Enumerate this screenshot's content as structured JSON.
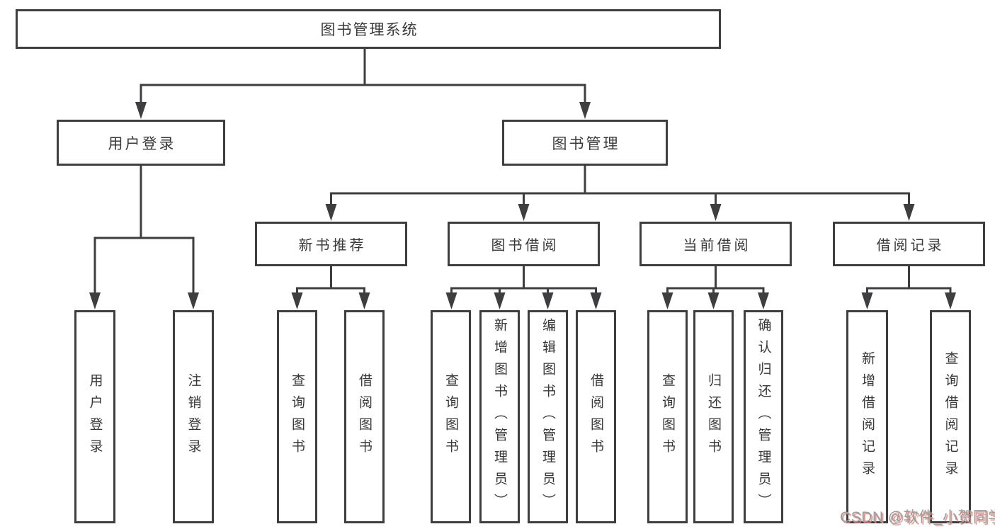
{
  "root": {
    "label": "图书管理系统"
  },
  "level2": [
    {
      "label": "用户登录"
    },
    {
      "label": "图书管理"
    }
  ],
  "level3": [
    {
      "label": "新书推荐"
    },
    {
      "label": "图书借阅"
    },
    {
      "label": "当前借阅"
    },
    {
      "label": "借阅记录"
    }
  ],
  "leaves": [
    {
      "label": "用户登录"
    },
    {
      "label": "注销登录"
    },
    {
      "label": "查询图书"
    },
    {
      "label": "借阅图书"
    },
    {
      "label": "查询图书"
    },
    {
      "label": "新增图书（管理员）"
    },
    {
      "label": "编辑图书（管理员）"
    },
    {
      "label": "借阅图书"
    },
    {
      "label": "查询图书"
    },
    {
      "label": "归还图书"
    },
    {
      "label": "确认归还（管理员）"
    },
    {
      "label": "新增借阅记录"
    },
    {
      "label": "查询借阅记录"
    }
  ],
  "watermark": {
    "text": "CSDN @软件_小贺同学"
  },
  "colors": {
    "stroke": "#3e3e40",
    "text": "#383838",
    "background": "#ffffff",
    "watermark": "#9c9c9e",
    "watermark_shadow": "#dc8c82"
  }
}
